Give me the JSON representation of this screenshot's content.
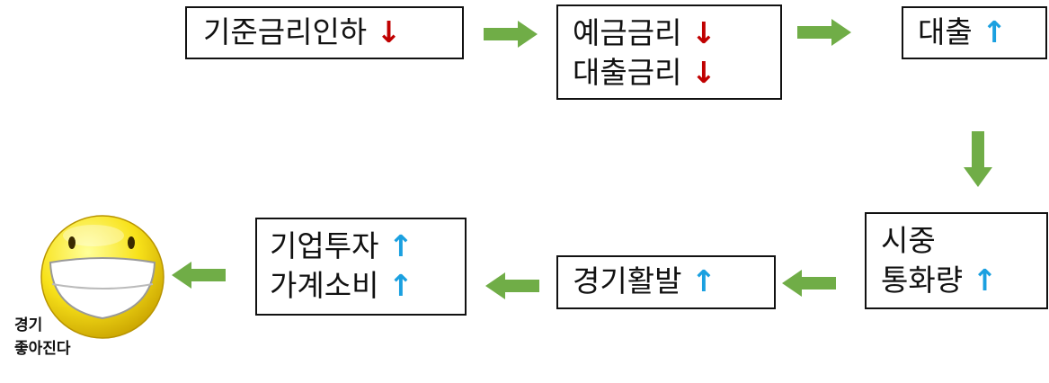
{
  "colors": {
    "arrow": "#70ad47",
    "down": "#c00000",
    "up": "#1aa0e0",
    "box_border": "#111111"
  },
  "arrow_symbols": {
    "up": "↑",
    "down": "↓"
  },
  "boxes": {
    "base_rate": {
      "line1": "기준금리인하"
    },
    "rates": {
      "line1": "예금금리",
      "line2": "대출금리"
    },
    "loans": {
      "line1": "대출"
    },
    "money": {
      "line1": "시중",
      "line2": "통화량"
    },
    "economy": {
      "line1": "경기활발"
    },
    "invest": {
      "line1": "기업투자",
      "line2": "가계소비"
    }
  },
  "smiley": {
    "caption_line1": "경기",
    "caption_line2": "좋아진다"
  }
}
